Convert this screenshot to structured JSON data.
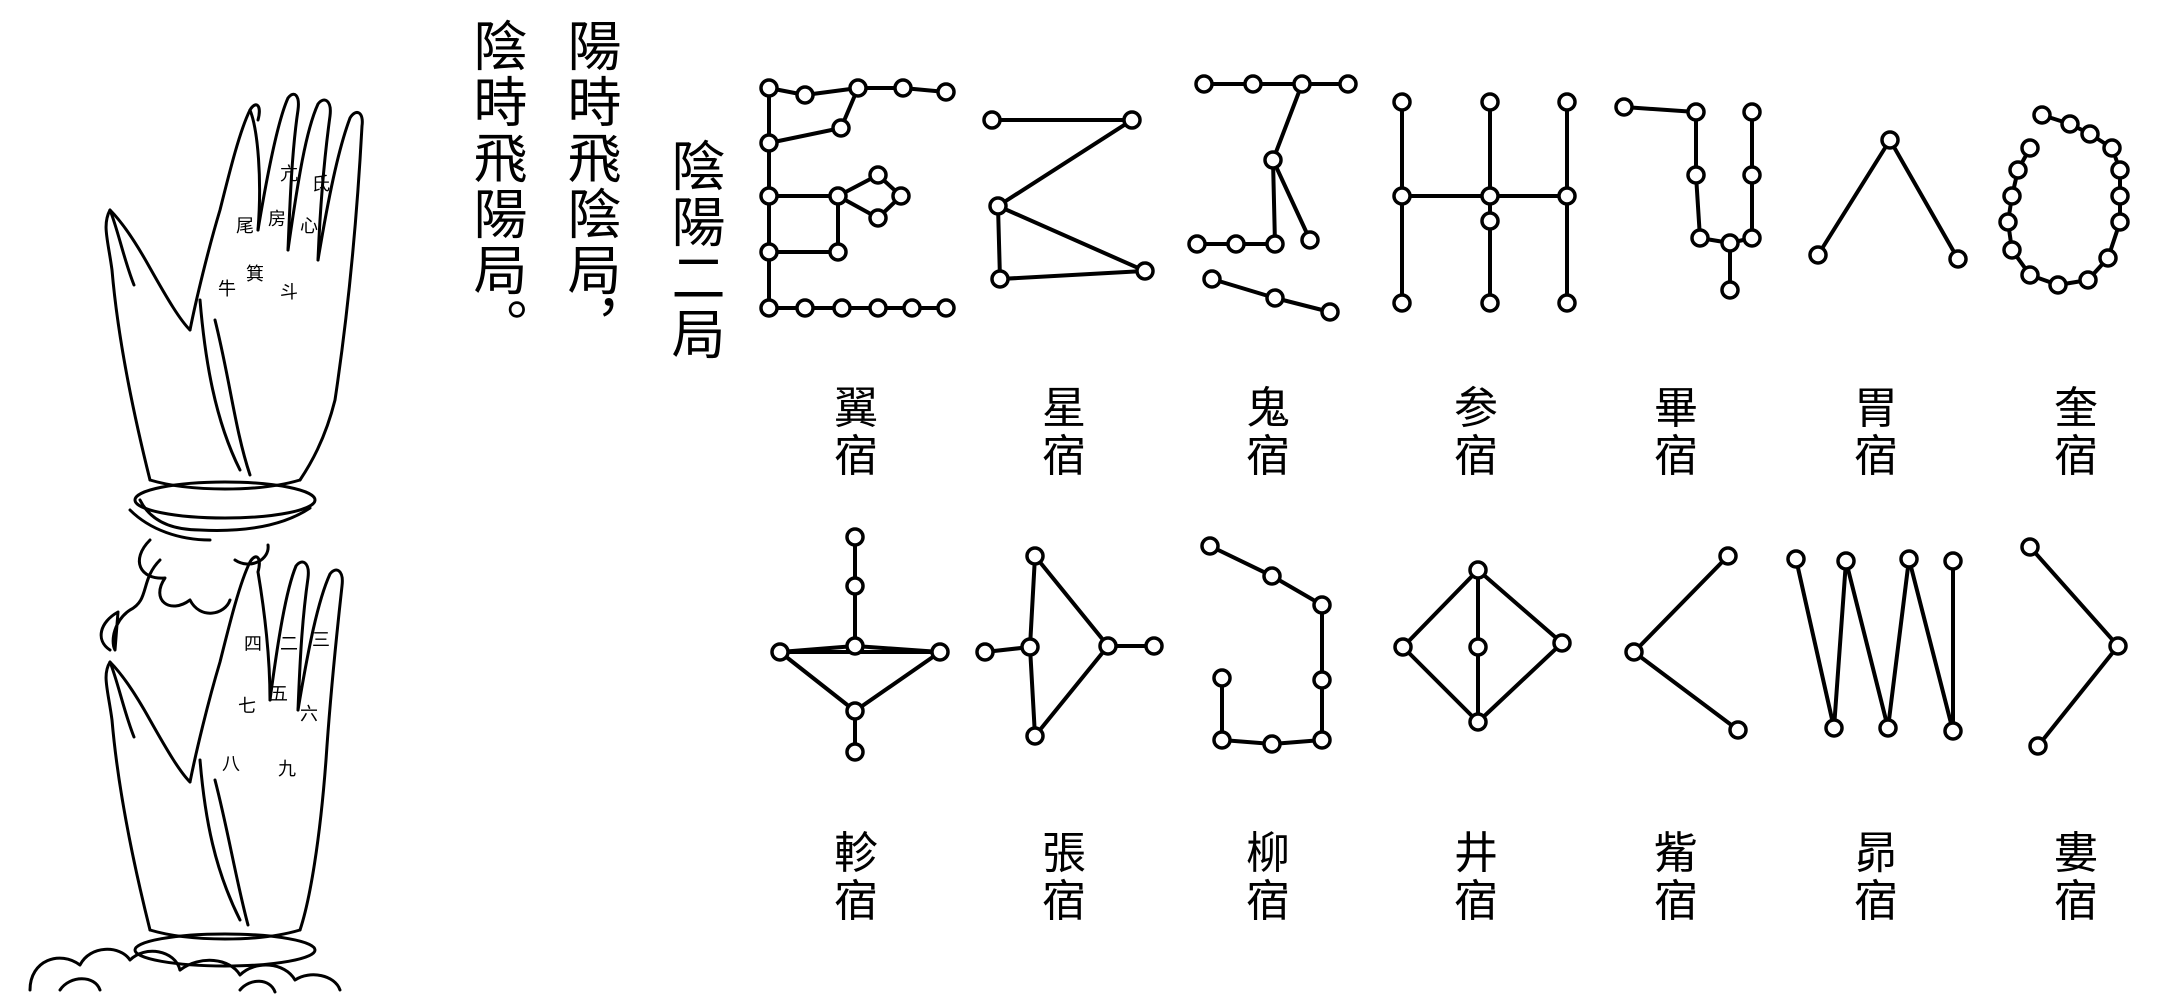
{
  "text": {
    "col_title": "陰陽二局",
    "col_yang": "陽時飛陰局，",
    "col_yin": "陰時飛陽局。"
  },
  "hands": {
    "upper_finger_marks": [
      "亢",
      "氐",
      "房",
      "心",
      "尾",
      "箕",
      "斗",
      "牛"
    ],
    "lower_finger_marks": [
      "二",
      "三",
      "四",
      "五",
      "六",
      "七",
      "八",
      "九"
    ]
  },
  "mansions": [
    {
      "name": "翼",
      "suffix": "宿"
    },
    {
      "name": "星",
      "suffix": "宿"
    },
    {
      "name": "鬼",
      "suffix": "宿"
    },
    {
      "name": "参",
      "suffix": "宿"
    },
    {
      "name": "畢",
      "suffix": "宿"
    },
    {
      "name": "胃",
      "suffix": "宿"
    },
    {
      "name": "奎",
      "suffix": "宿"
    },
    {
      "name": "軫",
      "suffix": "宿"
    },
    {
      "name": "張",
      "suffix": "宿"
    },
    {
      "name": "柳",
      "suffix": "宿"
    },
    {
      "name": "井",
      "suffix": "宿"
    },
    {
      "name": "觜",
      "suffix": "宿"
    },
    {
      "name": "昴",
      "suffix": "宿"
    },
    {
      "name": "婁",
      "suffix": "宿"
    }
  ]
}
